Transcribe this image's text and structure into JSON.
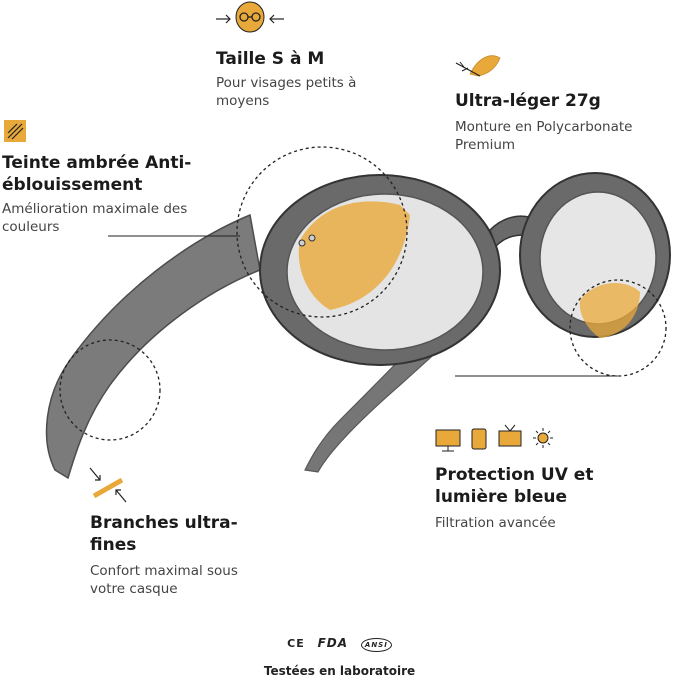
{
  "features": {
    "size": {
      "title": "Taille S à M",
      "desc": "Pour visages petits à moyens",
      "icon": "face-size-icon"
    },
    "weight": {
      "title": "Ultra-léger 27g",
      "desc": "Monture en Polycarbonate Premium",
      "icon": "feather-icon"
    },
    "tint": {
      "title": "Teinte ambrée Anti-éblouissement",
      "desc": "Amélioration maximale des couleurs",
      "icon": "amber-lens-icon"
    },
    "temples": {
      "title": "Branches ultra-fines",
      "desc": "Confort maximal sous votre casque",
      "icon": "thin-temple-icon"
    },
    "protection": {
      "title": "Protection UV et lumière bleue",
      "desc": "Filtration avancée",
      "icon": "screens-sun-icon"
    }
  },
  "certifications": [
    "CE",
    "FDA",
    "ANSI"
  ],
  "footer": {
    "lab": "Testées en laboratoire"
  },
  "colors": {
    "accent": "#e9a93a",
    "text": "#1b1b1b",
    "frame": "#5a5a5a"
  }
}
